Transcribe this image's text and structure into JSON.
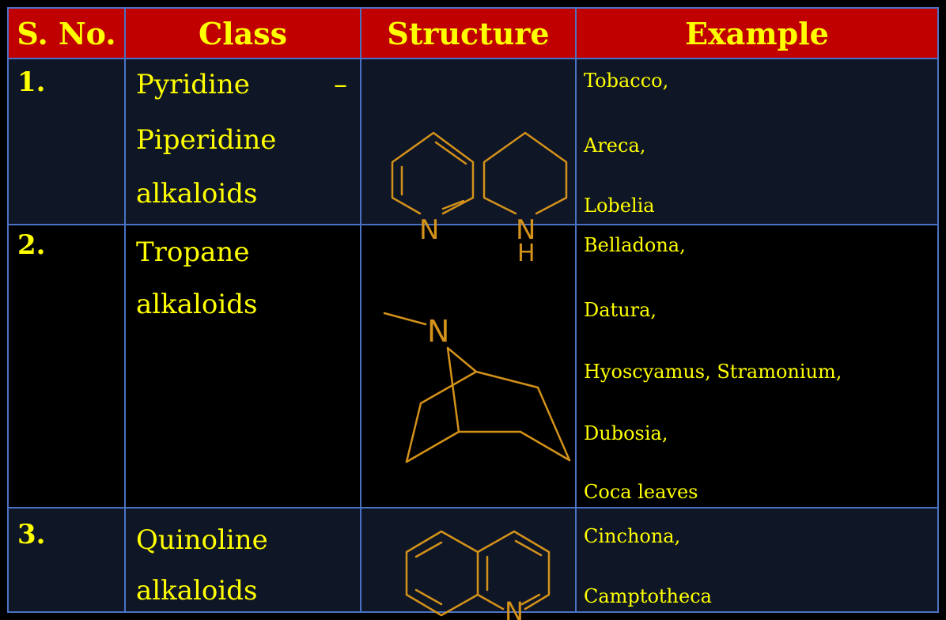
{
  "headers": {
    "sno": "S. No.",
    "class": "Class",
    "structure": "Structure",
    "example": "Example"
  },
  "rows": [
    {
      "sno": "1.",
      "class_lines": [
        "Pyridine",
        "–",
        "Piperidine",
        "alkaloids"
      ],
      "examples": [
        "Tobacco,",
        "Areca,",
        "Lobelia"
      ]
    },
    {
      "sno": "2.",
      "class_lines": [
        "Tropane",
        "alkaloids"
      ],
      "examples": [
        "Belladona,",
        "Datura,",
        "Hyoscyamus, Stramonium,",
        "Dubosia,",
        "Coca leaves"
      ]
    },
    {
      "sno": "3.",
      "class_lines": [
        "Quinoline",
        "alkaloids"
      ],
      "examples": [
        "Cinchona,",
        "Camptotheca"
      ]
    }
  ],
  "structure_labels": {
    "pyridine_n": "N",
    "piperidine_n": "N",
    "piperidine_h": "H",
    "tropane_n": "N",
    "quinoline_n": "N"
  },
  "colors": {
    "header_bg": "#c00000",
    "text": "#ffff00",
    "grid": "#4a72c4",
    "structure": "#d4921a",
    "row_bg": "#0f1626"
  }
}
